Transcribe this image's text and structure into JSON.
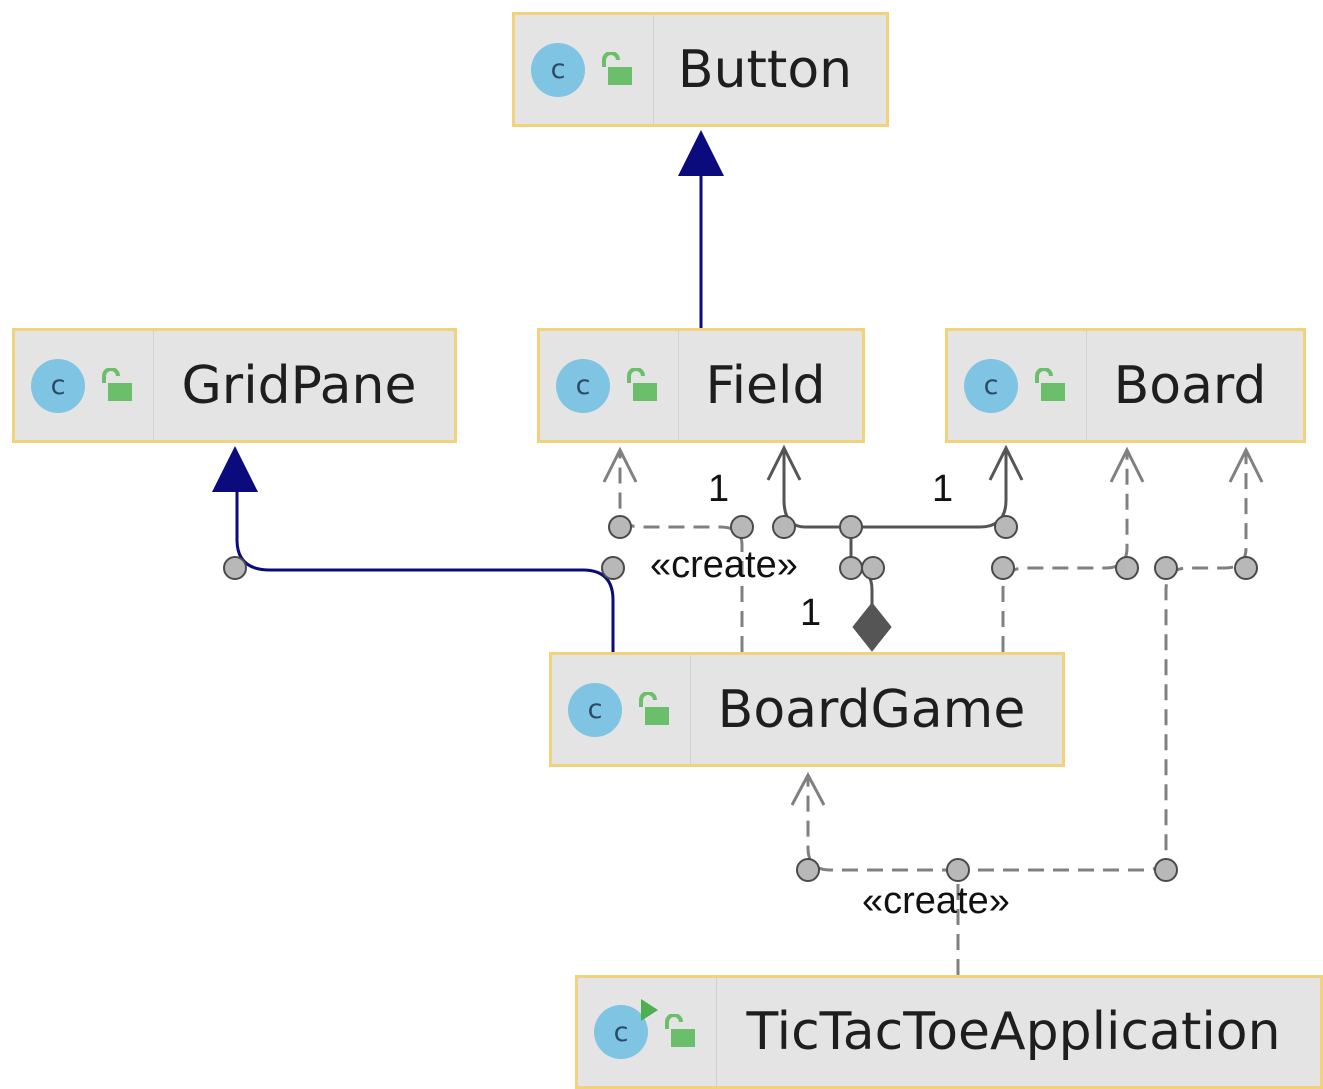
{
  "classes": [
    {
      "id": "button",
      "name": "Button",
      "icon": "class-icon",
      "icon_letter": "c",
      "visibility": "public-lock-icon"
    },
    {
      "id": "gridpane",
      "name": "GridPane",
      "icon": "class-icon",
      "icon_letter": "c",
      "visibility": "public-lock-icon"
    },
    {
      "id": "field",
      "name": "Field",
      "icon": "class-icon",
      "icon_letter": "c",
      "visibility": "public-lock-icon"
    },
    {
      "id": "board",
      "name": "Board",
      "icon": "class-icon",
      "icon_letter": "c",
      "visibility": "public-lock-icon"
    },
    {
      "id": "boardgame",
      "name": "BoardGame",
      "icon": "class-icon",
      "icon_letter": "c",
      "visibility": "public-lock-icon"
    },
    {
      "id": "tictactoe",
      "name": "TicTacToeApplication",
      "icon": "runnable-class-icon",
      "icon_letter": "c",
      "visibility": "public-lock-icon"
    }
  ],
  "relations": [
    {
      "type": "generalization",
      "from": "Field",
      "to": "Button"
    },
    {
      "type": "generalization",
      "from": "BoardGame",
      "to": "GridPane"
    },
    {
      "type": "composition",
      "whole": "BoardGame",
      "part": "Field",
      "multiplicity": "1"
    },
    {
      "type": "composition",
      "whole": "BoardGame",
      "part": "Board",
      "multiplicity": "1"
    },
    {
      "type": "dependency",
      "from": "BoardGame",
      "to": "Field",
      "stereotype": "«create»"
    },
    {
      "type": "dependency",
      "from": "BoardGame",
      "to": "Board"
    },
    {
      "type": "dependency",
      "from": "TicTacToeApplication",
      "to": "Board"
    },
    {
      "type": "dependency",
      "from": "TicTacToeApplication",
      "to": "BoardGame",
      "stereotype": "«create»"
    }
  ],
  "labels": {
    "mult_field": "1",
    "mult_board": "1",
    "mult_composite": "1",
    "stereo_upper": "«create»",
    "stereo_lower": "«create»"
  },
  "colors": {
    "node_fill": "#e4e4e4",
    "node_border": "#f2d27a",
    "generalization": "#0b0b7e",
    "dependency": "#808080",
    "composition": "#555555",
    "class_icon": "#7fc4e2",
    "lock_icon": "#6cbf6a",
    "run_mark": "#4caf50"
  }
}
